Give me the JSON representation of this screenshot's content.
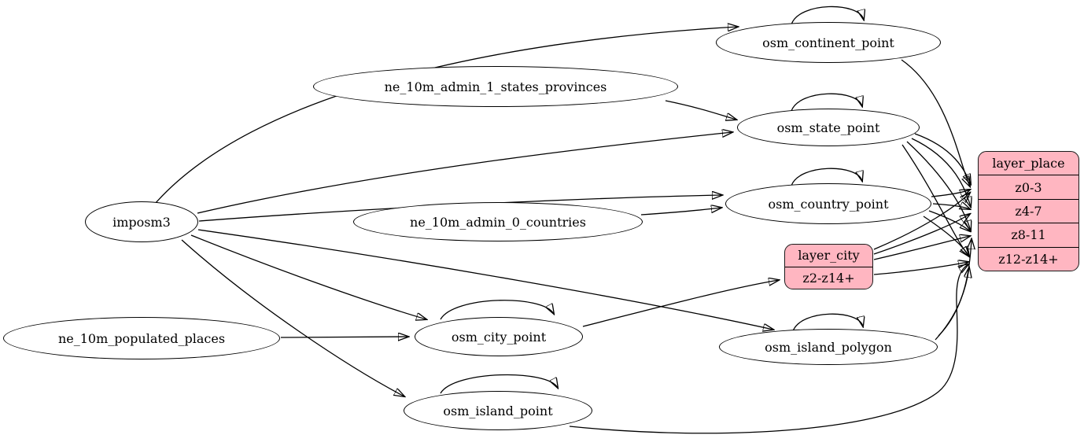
{
  "diagram": {
    "kind": "etl-dependency-graph",
    "colors": {
      "layer_fill": "#ffb6c1",
      "table_fill": "#ffffff",
      "stroke": "#000000",
      "background": "#ffffff"
    },
    "nodes": {
      "imposm3": {
        "label": "imposm3"
      },
      "ne_10m_populated_places": {
        "label": "ne_10m_populated_places"
      },
      "ne_10m_admin_1_states_provinces": {
        "label": "ne_10m_admin_1_states_provinces"
      },
      "ne_10m_admin_0_countries": {
        "label": "ne_10m_admin_0_countries"
      },
      "osm_continent_point": {
        "label": "osm_continent_point"
      },
      "osm_state_point": {
        "label": "osm_state_point"
      },
      "osm_country_point": {
        "label": "osm_country_point"
      },
      "osm_city_point": {
        "label": "osm_city_point"
      },
      "osm_island_polygon": {
        "label": "osm_island_polygon"
      },
      "osm_island_point": {
        "label": "osm_island_point"
      },
      "layer_city": {
        "title": "layer_city",
        "rows": [
          "z2-z14+"
        ]
      },
      "layer_place": {
        "title": "layer_place",
        "rows": [
          "z0-3",
          "z4-7",
          "z8-11",
          "z12-z14+"
        ]
      }
    },
    "edges": [
      {
        "from": "imposm3",
        "to": "osm_continent_point"
      },
      {
        "from": "imposm3",
        "to": "osm_state_point"
      },
      {
        "from": "imposm3",
        "to": "osm_country_point"
      },
      {
        "from": "imposm3",
        "to": "osm_city_point"
      },
      {
        "from": "imposm3",
        "to": "osm_island_polygon"
      },
      {
        "from": "imposm3",
        "to": "osm_island_point"
      },
      {
        "from": "ne_10m_admin_1_states_provinces",
        "to": "osm_state_point"
      },
      {
        "from": "ne_10m_admin_0_countries",
        "to": "osm_country_point"
      },
      {
        "from": "ne_10m_populated_places",
        "to": "osm_city_point"
      },
      {
        "from": "osm_continent_point",
        "to": "osm_continent_point"
      },
      {
        "from": "osm_state_point",
        "to": "osm_state_point"
      },
      {
        "from": "osm_country_point",
        "to": "osm_country_point"
      },
      {
        "from": "osm_city_point",
        "to": "osm_city_point"
      },
      {
        "from": "osm_island_polygon",
        "to": "osm_island_polygon"
      },
      {
        "from": "osm_island_point",
        "to": "osm_island_point"
      },
      {
        "from": "osm_city_point",
        "to": "layer_city:z2-z14+"
      },
      {
        "from": "osm_continent_point",
        "to": "layer_place:z0-3"
      },
      {
        "from": "osm_state_point",
        "to": "layer_place:z0-3"
      },
      {
        "from": "osm_state_point",
        "to": "layer_place:z4-7"
      },
      {
        "from": "osm_state_point",
        "to": "layer_place:z8-11"
      },
      {
        "from": "osm_state_point",
        "to": "layer_place:z12-z14+"
      },
      {
        "from": "osm_country_point",
        "to": "layer_place:z0-3"
      },
      {
        "from": "osm_country_point",
        "to": "layer_place:z4-7"
      },
      {
        "from": "osm_country_point",
        "to": "layer_place:z8-11"
      },
      {
        "from": "osm_country_point",
        "to": "layer_place:z12-z14+"
      },
      {
        "from": "layer_city",
        "to": "layer_place:z0-3"
      },
      {
        "from": "layer_city",
        "to": "layer_place:z4-7"
      },
      {
        "from": "layer_city",
        "to": "layer_place:z8-11"
      },
      {
        "from": "layer_city",
        "to": "layer_place:z12-z14+"
      },
      {
        "from": "osm_island_polygon",
        "to": "layer_place:z8-11"
      },
      {
        "from": "osm_island_polygon",
        "to": "layer_place:z12-z14+"
      },
      {
        "from": "osm_island_point",
        "to": "layer_place:z12-z14+"
      }
    ]
  }
}
